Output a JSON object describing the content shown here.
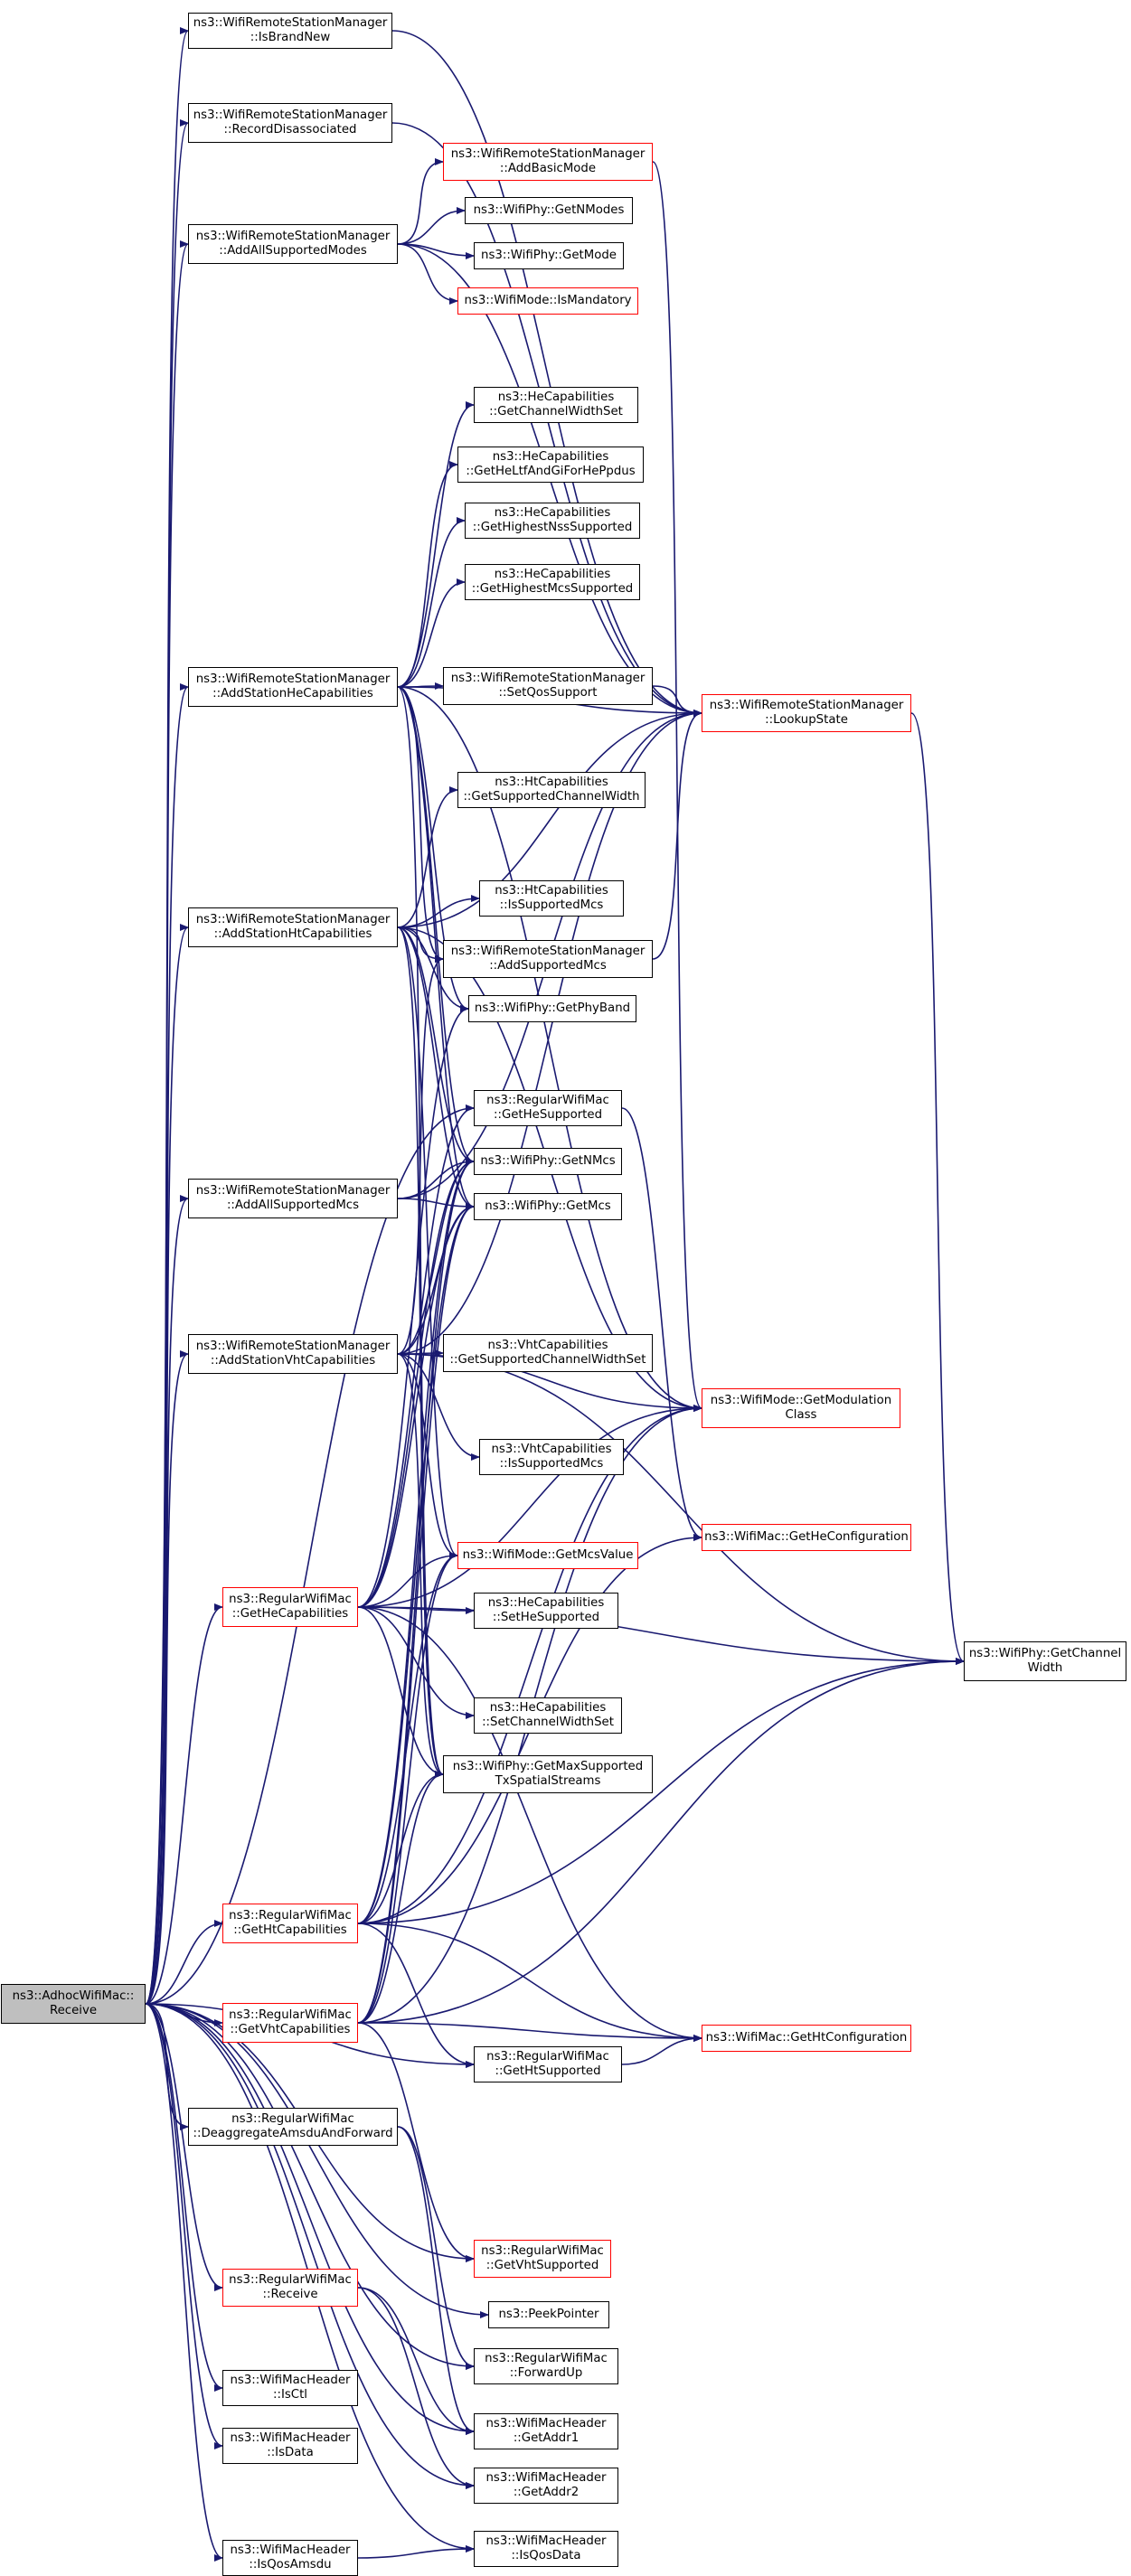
{
  "colors": {
    "edge": "#191970",
    "border": "#000000",
    "warning_border": "#ff0000",
    "root_fill": "#bfbfbf",
    "background": "#ffffff"
  },
  "nodes": {
    "adhoc_receive": {
      "lines": [
        "ns3::AdhocWifiMac::",
        "Receive"
      ],
      "root": true
    },
    "is_brand_new": {
      "lines": [
        "ns3::WifiRemoteStationManager",
        "::IsBrandNew"
      ]
    },
    "record_disassociated": {
      "lines": [
        "ns3::WifiRemoteStationManager",
        "::RecordDisassociated"
      ]
    },
    "add_basic_mode": {
      "lines": [
        "ns3::WifiRemoteStationManager",
        "::AddBasicMode"
      ],
      "red": true
    },
    "get_n_modes": {
      "lines": [
        "ns3::WifiPhy::GetNModes"
      ]
    },
    "add_all_supported_modes": {
      "lines": [
        "ns3::WifiRemoteStationManager",
        "::AddAllSupportedModes"
      ]
    },
    "get_mode": {
      "lines": [
        "ns3::WifiPhy::GetMode"
      ]
    },
    "is_mandatory": {
      "lines": [
        "ns3::WifiMode::IsMandatory"
      ],
      "red": true
    },
    "he_get_channel_width_set": {
      "lines": [
        "ns3::HeCapabilities",
        "::GetChannelWidthSet"
      ]
    },
    "he_get_heltf": {
      "lines": [
        "ns3::HeCapabilities",
        "::GetHeLtfAndGiForHePpdus"
      ]
    },
    "he_get_highest_nss": {
      "lines": [
        "ns3::HeCapabilities",
        "::GetHighestNssSupported"
      ]
    },
    "he_get_highest_mcs": {
      "lines": [
        "ns3::HeCapabilities",
        "::GetHighestMcsSupported"
      ]
    },
    "add_station_he": {
      "lines": [
        "ns3::WifiRemoteStationManager",
        "::AddStationHeCapabilities"
      ]
    },
    "set_qos_support": {
      "lines": [
        "ns3::WifiRemoteStationManager",
        "::SetQosSupport"
      ]
    },
    "lookup_state": {
      "lines": [
        "ns3::WifiRemoteStationManager",
        "::LookupState"
      ],
      "red": true
    },
    "ht_get_supported_channel_width": {
      "lines": [
        "ns3::HtCapabilities",
        "::GetSupportedChannelWidth"
      ]
    },
    "ht_is_supported_mcs": {
      "lines": [
        "ns3::HtCapabilities",
        "::IsSupportedMcs"
      ]
    },
    "add_station_ht": {
      "lines": [
        "ns3::WifiRemoteStationManager",
        "::AddStationHtCapabilities"
      ]
    },
    "add_supported_mcs": {
      "lines": [
        "ns3::WifiRemoteStationManager",
        "::AddSupportedMcs"
      ]
    },
    "get_phy_band": {
      "lines": [
        "ns3::WifiPhy::GetPhyBand"
      ]
    },
    "get_he_supported": {
      "lines": [
        "ns3::RegularWifiMac",
        "::GetHeSupported"
      ]
    },
    "add_all_supported_mcs": {
      "lines": [
        "ns3::WifiRemoteStationManager",
        "::AddAllSupportedMcs"
      ]
    },
    "get_n_mcs": {
      "lines": [
        "ns3::WifiPhy::GetNMcs"
      ]
    },
    "get_mcs": {
      "lines": [
        "ns3::WifiPhy::GetMcs"
      ]
    },
    "add_station_vht": {
      "lines": [
        "ns3::WifiRemoteStationManager",
        "::AddStationVhtCapabilities"
      ]
    },
    "vht_get_supported_channel_width_set": {
      "lines": [
        "ns3::VhtCapabilities",
        "::GetSupportedChannelWidthSet"
      ]
    },
    "get_modulation_class": {
      "lines": [
        "ns3::WifiMode::GetModulation",
        "Class"
      ],
      "red": true
    },
    "vht_is_supported_mcs": {
      "lines": [
        "ns3::VhtCapabilities",
        "::IsSupportedMcs"
      ]
    },
    "get_he_configuration": {
      "lines": [
        "ns3::WifiMac::GetHeConfiguration"
      ],
      "red": true
    },
    "get_mcs_value": {
      "lines": [
        "ns3::WifiMode::GetMcsValue"
      ],
      "red": true
    },
    "get_he_capabilities": {
      "lines": [
        "ns3::RegularWifiMac",
        "::GetHeCapabilities"
      ],
      "red": true
    },
    "set_he_supported": {
      "lines": [
        "ns3::HeCapabilities",
        "::SetHeSupported"
      ]
    },
    "get_channel_width": {
      "lines": [
        "ns3::WifiPhy::GetChannel",
        "Width"
      ]
    },
    "set_channel_width_set": {
      "lines": [
        "ns3::HeCapabilities",
        "::SetChannelWidthSet"
      ]
    },
    "get_max_supported_tx": {
      "lines": [
        "ns3::WifiPhy::GetMaxSupported",
        "TxSpatialStreams"
      ]
    },
    "get_ht_capabilities": {
      "lines": [
        "ns3::RegularWifiMac",
        "::GetHtCapabilities"
      ],
      "red": true
    },
    "get_vht_capabilities": {
      "lines": [
        "ns3::RegularWifiMac",
        "::GetVhtCapabilities"
      ],
      "red": true
    },
    "get_ht_supported": {
      "lines": [
        "ns3::RegularWifiMac",
        "::GetHtSupported"
      ]
    },
    "get_ht_configuration": {
      "lines": [
        "ns3::WifiMac::GetHtConfiguration"
      ],
      "red": true
    },
    "deaggregate": {
      "lines": [
        "ns3::RegularWifiMac",
        "::DeaggregateAmsduAndForward"
      ]
    },
    "get_vht_supported": {
      "lines": [
        "ns3::RegularWifiMac",
        "::GetVhtSupported"
      ],
      "red": true
    },
    "peek_pointer": {
      "lines": [
        "ns3::PeekPointer"
      ]
    },
    "regular_receive": {
      "lines": [
        "ns3::RegularWifiMac",
        "::Receive"
      ],
      "red": true
    },
    "forward_up": {
      "lines": [
        "ns3::RegularWifiMac",
        "::ForwardUp"
      ]
    },
    "is_ctl": {
      "lines": [
        "ns3::WifiMacHeader",
        "::IsCtl"
      ]
    },
    "get_addr1": {
      "lines": [
        "ns3::WifiMacHeader",
        "::GetAddr1"
      ]
    },
    "is_data": {
      "lines": [
        "ns3::WifiMacHeader",
        "::IsData"
      ]
    },
    "get_addr2": {
      "lines": [
        "ns3::WifiMacHeader",
        "::GetAddr2"
      ]
    },
    "is_qos_amsdu": {
      "lines": [
        "ns3::WifiMacHeader",
        "::IsQosAmsdu"
      ]
    },
    "is_qos_data": {
      "lines": [
        "ns3::WifiMacHeader",
        "::IsQosData"
      ]
    }
  },
  "edges": [
    [
      "adhoc_receive",
      "is_brand_new"
    ],
    [
      "adhoc_receive",
      "record_disassociated"
    ],
    [
      "adhoc_receive",
      "add_all_supported_modes"
    ],
    [
      "adhoc_receive",
      "add_station_he"
    ],
    [
      "adhoc_receive",
      "add_station_ht"
    ],
    [
      "adhoc_receive",
      "add_all_supported_mcs"
    ],
    [
      "adhoc_receive",
      "add_station_vht"
    ],
    [
      "adhoc_receive",
      "get_he_capabilities"
    ],
    [
      "adhoc_receive",
      "get_ht_capabilities"
    ],
    [
      "adhoc_receive",
      "get_vht_capabilities"
    ],
    [
      "adhoc_receive",
      "get_he_supported"
    ],
    [
      "adhoc_receive",
      "get_ht_supported"
    ],
    [
      "adhoc_receive",
      "get_vht_supported"
    ],
    [
      "adhoc_receive",
      "deaggregate"
    ],
    [
      "adhoc_receive",
      "regular_receive"
    ],
    [
      "adhoc_receive",
      "is_ctl"
    ],
    [
      "adhoc_receive",
      "is_data"
    ],
    [
      "adhoc_receive",
      "is_qos_amsdu"
    ],
    [
      "adhoc_receive",
      "is_qos_data"
    ],
    [
      "adhoc_receive",
      "get_addr1"
    ],
    [
      "adhoc_receive",
      "get_addr2"
    ],
    [
      "adhoc_receive",
      "forward_up"
    ],
    [
      "adhoc_receive",
      "peek_pointer"
    ],
    [
      "is_brand_new",
      "lookup_state"
    ],
    [
      "record_disassociated",
      "lookup_state"
    ],
    [
      "add_all_supported_modes",
      "add_basic_mode"
    ],
    [
      "add_all_supported_modes",
      "get_n_modes"
    ],
    [
      "add_all_supported_modes",
      "get_mode"
    ],
    [
      "add_all_supported_modes",
      "is_mandatory"
    ],
    [
      "add_all_supported_modes",
      "lookup_state"
    ],
    [
      "add_basic_mode",
      "get_modulation_class"
    ],
    [
      "add_station_he",
      "he_get_channel_width_set"
    ],
    [
      "add_station_he",
      "he_get_heltf"
    ],
    [
      "add_station_he",
      "he_get_highest_nss"
    ],
    [
      "add_station_he",
      "he_get_highest_mcs"
    ],
    [
      "add_station_he",
      "set_qos_support"
    ],
    [
      "add_station_he",
      "lookup_state"
    ],
    [
      "add_station_he",
      "add_supported_mcs"
    ],
    [
      "add_station_he",
      "get_phy_band"
    ],
    [
      "add_station_he",
      "get_n_mcs"
    ],
    [
      "add_station_he",
      "get_mcs"
    ],
    [
      "add_station_he",
      "get_modulation_class"
    ],
    [
      "add_station_he",
      "get_max_supported_tx"
    ],
    [
      "set_qos_support",
      "lookup_state"
    ],
    [
      "add_supported_mcs",
      "lookup_state"
    ],
    [
      "add_station_ht",
      "ht_get_supported_channel_width"
    ],
    [
      "add_station_ht",
      "ht_is_supported_mcs"
    ],
    [
      "add_station_ht",
      "add_supported_mcs"
    ],
    [
      "add_station_ht",
      "get_phy_band"
    ],
    [
      "add_station_ht",
      "get_n_mcs"
    ],
    [
      "add_station_ht",
      "get_mcs"
    ],
    [
      "add_station_ht",
      "lookup_state"
    ],
    [
      "add_station_ht",
      "get_mcs_value"
    ],
    [
      "add_station_ht",
      "get_max_supported_tx"
    ],
    [
      "add_station_ht",
      "get_modulation_class"
    ],
    [
      "add_all_supported_mcs",
      "get_n_mcs"
    ],
    [
      "add_all_supported_mcs",
      "get_mcs"
    ],
    [
      "add_all_supported_mcs",
      "lookup_state"
    ],
    [
      "add_station_vht",
      "vht_get_supported_channel_width_set"
    ],
    [
      "add_station_vht",
      "vht_is_supported_mcs"
    ],
    [
      "add_station_vht",
      "get_modulation_class"
    ],
    [
      "add_station_vht",
      "get_channel_width"
    ],
    [
      "add_station_vht",
      "get_mcs_value"
    ],
    [
      "add_station_vht",
      "get_n_mcs"
    ],
    [
      "add_station_vht",
      "get_mcs"
    ],
    [
      "add_station_vht",
      "add_supported_mcs"
    ],
    [
      "add_station_vht",
      "get_max_supported_tx"
    ],
    [
      "add_station_vht",
      "lookup_state"
    ],
    [
      "get_he_supported",
      "get_he_configuration"
    ],
    [
      "get_he_capabilities",
      "get_he_supported"
    ],
    [
      "get_he_capabilities",
      "get_n_mcs"
    ],
    [
      "get_he_capabilities",
      "get_mcs"
    ],
    [
      "get_he_capabilities",
      "get_mcs_value"
    ],
    [
      "get_he_capabilities",
      "set_he_supported"
    ],
    [
      "get_he_capabilities",
      "get_channel_width"
    ],
    [
      "get_he_capabilities",
      "set_channel_width_set"
    ],
    [
      "get_he_capabilities",
      "get_max_supported_tx"
    ],
    [
      "get_he_capabilities",
      "get_modulation_class"
    ],
    [
      "get_he_capabilities",
      "get_phy_band"
    ],
    [
      "get_he_capabilities",
      "get_ht_configuration"
    ],
    [
      "get_ht_capabilities",
      "get_ht_supported"
    ],
    [
      "get_ht_capabilities",
      "get_ht_configuration"
    ],
    [
      "get_ht_capabilities",
      "get_n_mcs"
    ],
    [
      "get_ht_capabilities",
      "get_mcs"
    ],
    [
      "get_ht_capabilities",
      "get_mcs_value"
    ],
    [
      "get_ht_capabilities",
      "get_max_supported_tx"
    ],
    [
      "get_ht_capabilities",
      "get_channel_width"
    ],
    [
      "get_ht_capabilities",
      "get_modulation_class"
    ],
    [
      "get_ht_capabilities",
      "get_he_configuration"
    ],
    [
      "get_vht_capabilities",
      "get_vht_supported"
    ],
    [
      "get_vht_capabilities",
      "get_n_mcs"
    ],
    [
      "get_vht_capabilities",
      "get_mcs"
    ],
    [
      "get_vht_capabilities",
      "get_mcs_value"
    ],
    [
      "get_vht_capabilities",
      "get_max_supported_tx"
    ],
    [
      "get_vht_capabilities",
      "get_channel_width"
    ],
    [
      "get_vht_capabilities",
      "get_modulation_class"
    ],
    [
      "get_vht_capabilities",
      "get_ht_configuration"
    ],
    [
      "get_ht_supported",
      "get_ht_configuration"
    ],
    [
      "deaggregate",
      "forward_up"
    ],
    [
      "deaggregate",
      "get_addr1"
    ],
    [
      "regular_receive",
      "get_addr1"
    ],
    [
      "regular_receive",
      "get_addr2"
    ],
    [
      "is_qos_amsdu",
      "is_qos_data"
    ],
    [
      "lookup_state",
      "get_channel_width"
    ]
  ]
}
